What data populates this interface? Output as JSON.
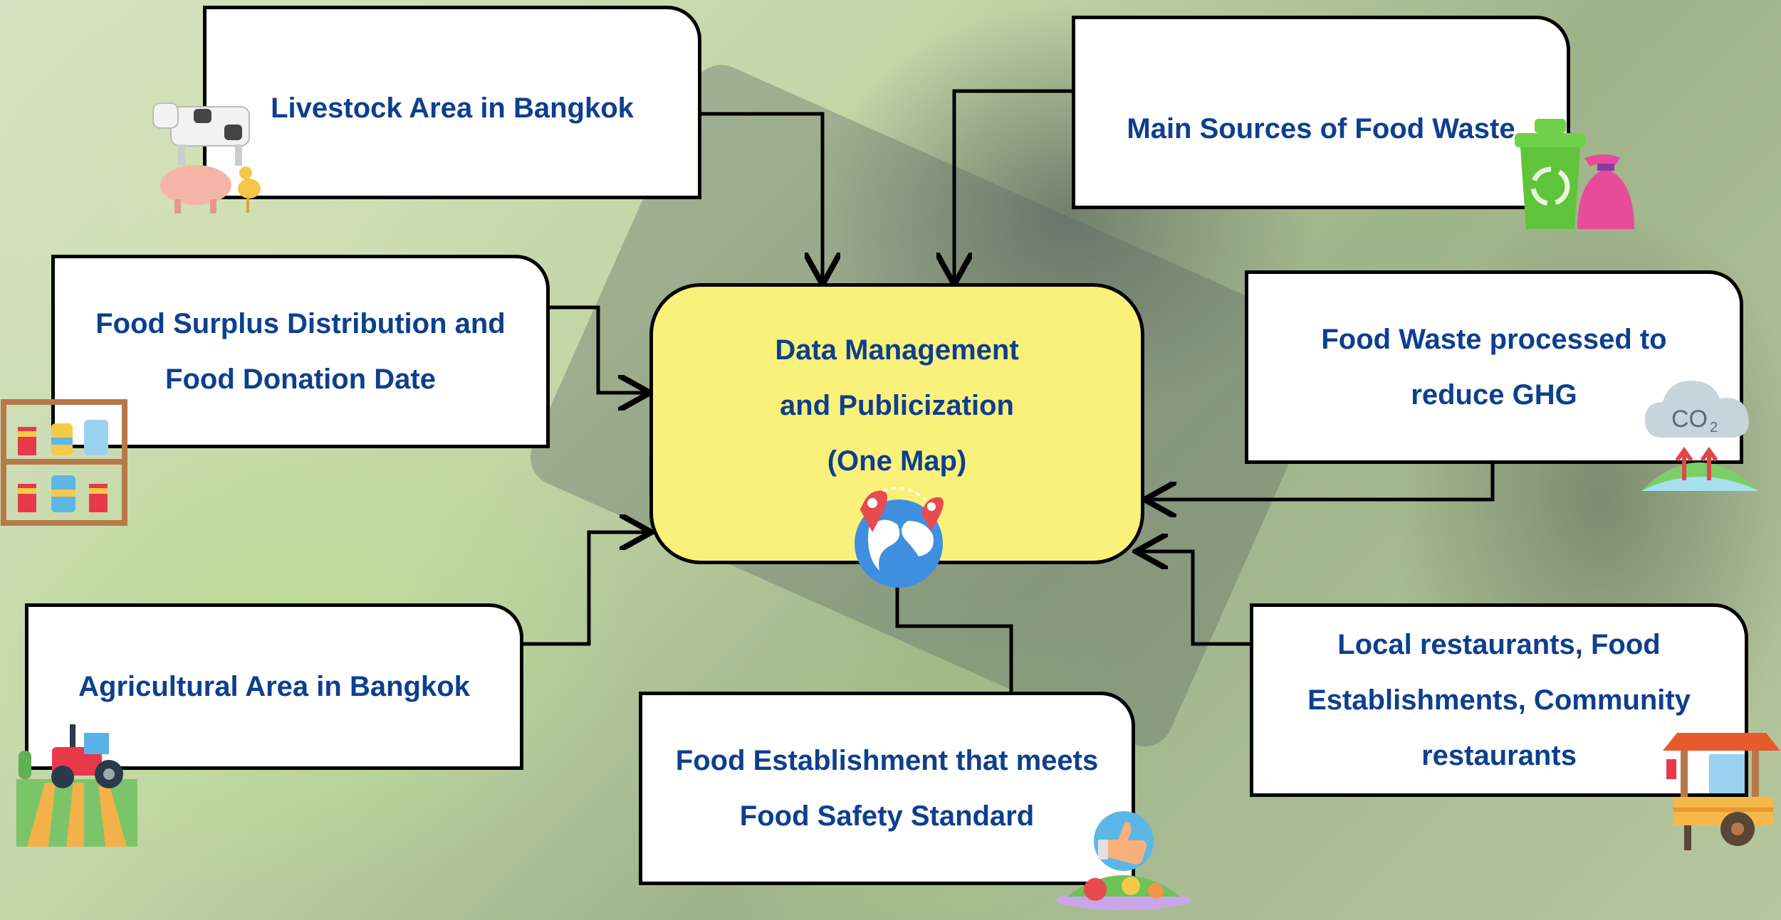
{
  "center": {
    "line1": "Data Management",
    "line2": "and Publicization",
    "line3": "(One Map)",
    "icon": "globe-map-pin-icon"
  },
  "nodes": {
    "livestock": {
      "line1": "Livestock Area in Bangkok",
      "icon": "farm-animals-icon"
    },
    "food_waste_sources": {
      "line1": "Main Sources of Food Waste",
      "icon": "recycle-bin-icon"
    },
    "food_surplus": {
      "line1": "Food Surplus Distribution and",
      "line2": "Food Donation Date",
      "icon": "pantry-shelf-icon"
    },
    "ghg": {
      "line1": "Food Waste processed to",
      "line2": "reduce GHG",
      "icon": "co2-cloud-icon"
    },
    "agricultural": {
      "line1": "Agricultural Area in Bangkok",
      "icon": "tractor-field-icon"
    },
    "food_safety": {
      "line1": "Food Establishment that meets",
      "line2": "Food Safety Standard",
      "icon": "thumbs-up-food-icon"
    },
    "restaurants": {
      "line1": "Local restaurants, Food",
      "line2": "Establishments, Community",
      "line3": "restaurants",
      "icon": "food-cart-icon"
    }
  },
  "colors": {
    "text": "#0d3f8f",
    "center_fill": "#faf17a",
    "box_fill": "#ffffff",
    "border": "#000000"
  }
}
